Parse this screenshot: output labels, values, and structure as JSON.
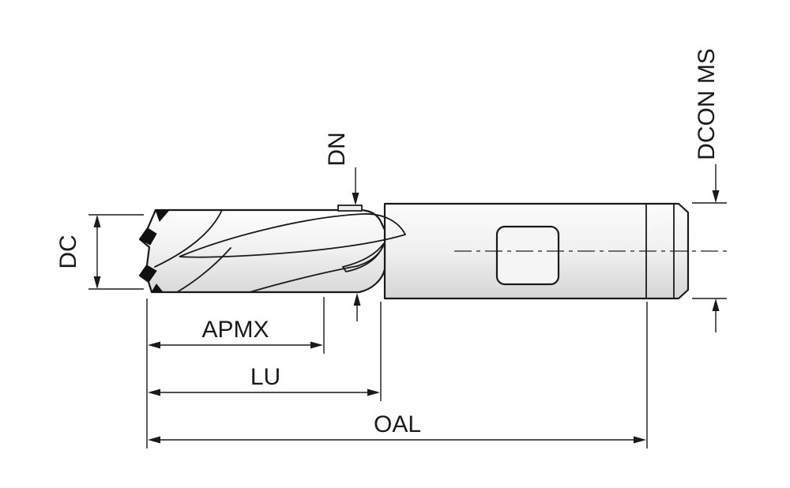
{
  "labels": {
    "dc": "DC",
    "dn": "DN",
    "dcon_ms": "DCON MS",
    "apmx": "APMX",
    "lu": "LU",
    "oal": "OAL"
  },
  "colors": {
    "line": "#1a1a1a",
    "background": "#ffffff",
    "tool_fill_light": "#fdfdfd",
    "tool_fill_dark": "#d9d9d9"
  }
}
